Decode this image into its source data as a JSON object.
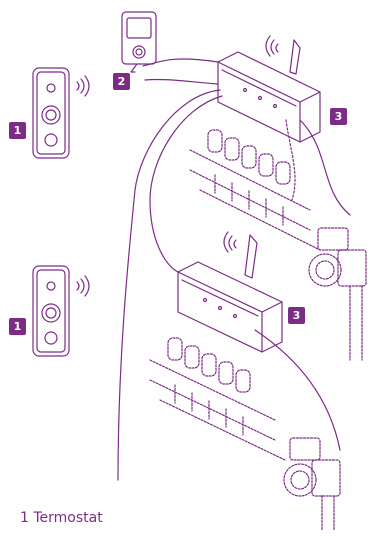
{
  "colors": {
    "line": "#7b2d86",
    "badge_bg": "#7b2d86",
    "badge_text": "#ffffff"
  },
  "icons": [
    "wireless-thermostat-icon",
    "control-unit-icon",
    "wiring-centre-icon",
    "antenna-icon",
    "manifold-icon",
    "pump-icon",
    "wifi-signal-icon"
  ],
  "badges": {
    "thermostat_top": "1",
    "thermostat_bottom": "1",
    "control_unit": "2",
    "wiring_top": "3",
    "wiring_bottom": "3"
  },
  "legend": {
    "text": "1 Termostat"
  }
}
